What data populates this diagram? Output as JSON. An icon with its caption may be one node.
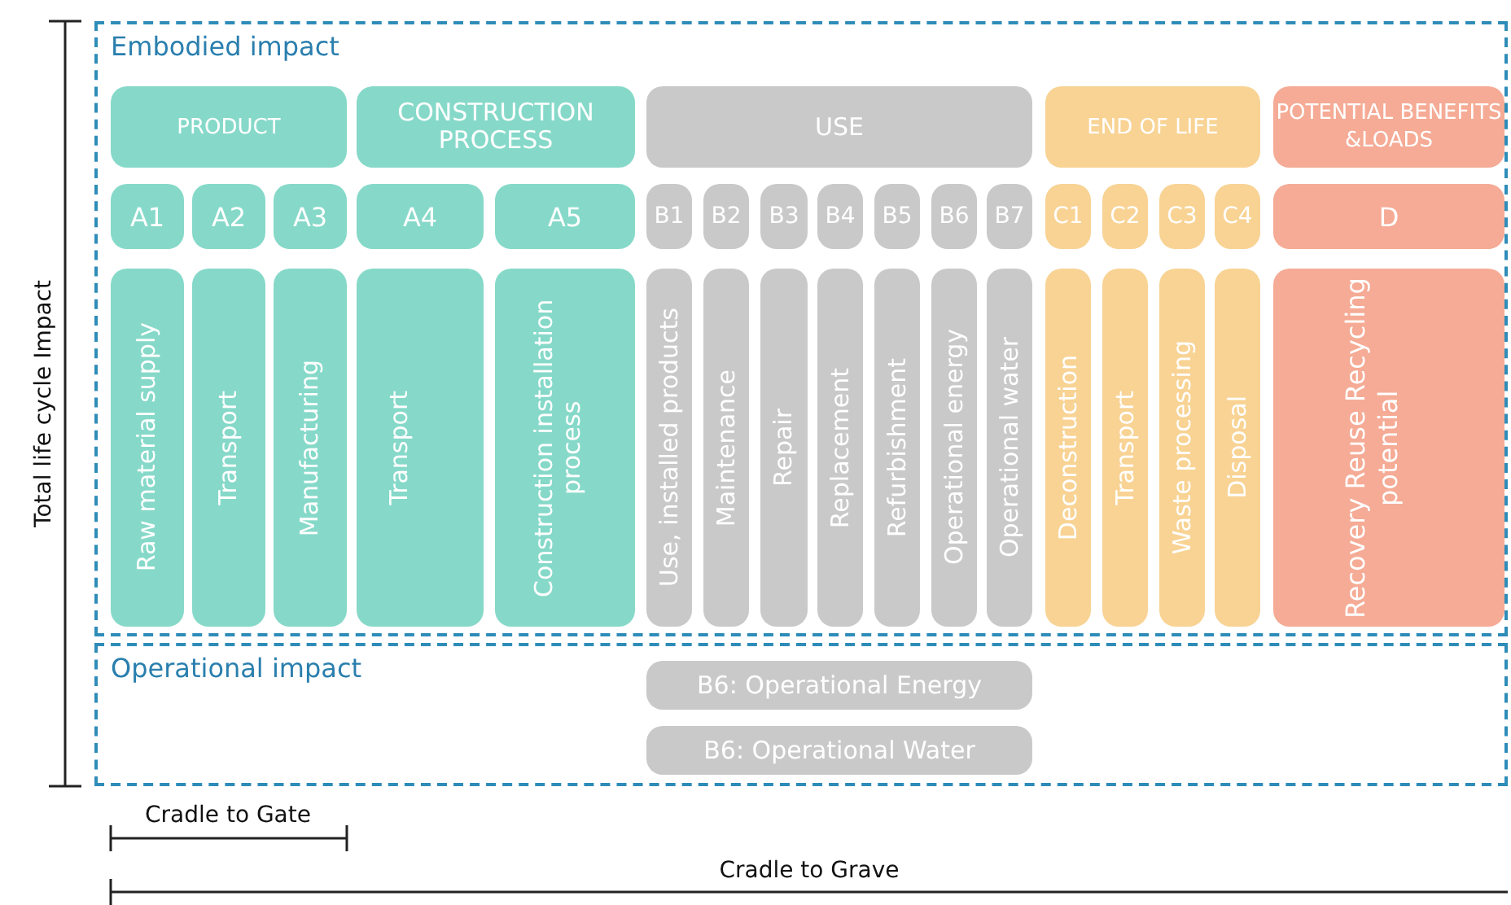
{
  "diagram": {
    "nodes": [
      {
        "text": [
          "Embodied impact"
        ]
      },
      {
        "text": [
          "PRODUCT"
        ],
        "in": 0
      },
      {
        "text": [
          "CONSTRUCTION PROCESS"
        ],
        "in": 0
      },
      {
        "text": [
          "USE"
        ],
        "in": 0
      },
      {
        "text": [
          "END OF LIFE"
        ],
        "in": 0
      },
      {
        "text": [
          "POTENTIAL BENEFITS &LOADS"
        ],
        "in": 0
      },
      {
        "text": [
          "A1"
        ],
        "in": 0
      },
      {
        "text": [
          "A2"
        ],
        "in": 0
      },
      {
        "text": [
          "A3"
        ],
        "in": 0
      },
      {
        "text": [
          "A4"
        ],
        "in": 0
      },
      {
        "text": [
          "A5"
        ],
        "in": 0
      },
      {
        "text": [
          "B1"
        ],
        "in": 0
      },
      {
        "text": [
          "B2"
        ],
        "in": 0
      },
      {
        "text": [
          "B3"
        ],
        "in": 0
      },
      {
        "text": [
          "B4"
        ],
        "in": 0
      },
      {
        "text": [
          "B5"
        ],
        "in": 0
      },
      {
        "text": [
          "B6"
        ],
        "in": 0
      },
      {
        "text": [
          "B7"
        ],
        "in": 0
      },
      {
        "text": [
          "C1"
        ],
        "in": 0
      },
      {
        "text": [
          "C2"
        ],
        "in": 0
      },
      {
        "text": [
          "C3"
        ],
        "in": 0
      },
      {
        "text": [
          "C4"
        ],
        "in": 0
      },
      {
        "text": [
          "D"
        ],
        "in": 0
      },
      {
        "text": [
          "Raw material supply"
        ],
        "in": 0
      },
      {
        "text": [
          "Transport"
        ],
        "in": 0
      },
      {
        "text": [
          "Manufacturing"
        ],
        "in": 0
      },
      {
        "text": [
          "Transport"
        ],
        "in": 0
      },
      {
        "text": [
          "Construction installation process"
        ],
        "in": 0
      },
      {
        "text": [
          "Use, installed products"
        ],
        "in": 0
      },
      {
        "text": [
          "Maintenance"
        ],
        "in": 0
      },
      {
        "text": [
          "Repair"
        ],
        "in": 0
      },
      {
        "text": [
          "Replacement"
        ],
        "in": 0
      },
      {
        "text": [
          "Refurbishment"
        ],
        "in": 0
      },
      {
        "text": [
          "Operational energy"
        ],
        "in": 0
      },
      {
        "text": [
          "Operational water"
        ],
        "in": 0
      },
      {
        "text": [
          "Deconstruction"
        ],
        "in": 0
      },
      {
        "text": [
          "Transport"
        ],
        "in": 0
      },
      {
        "text": [
          "Waste processing"
        ],
        "in": 0
      },
      {
        "text": [
          "Disposal"
        ],
        "in": 0
      },
      {
        "text": [
          "Recovery Reuse Recycling potential"
        ],
        "in": 0
      },
      {
        "text": [
          "Operational impact"
        ]
      },
      {
        "text": [
          "B6: Operational Energy"
        ],
        "in": 40
      },
      {
        "text": [
          "B6: Operational Water"
        ],
        "in": 40
      }
    ],
    "edges": [],
    "labels": [
      "Total life cycle Impact",
      "Cradle to Gate",
      "Cradle to Grave"
    ]
  }
}
